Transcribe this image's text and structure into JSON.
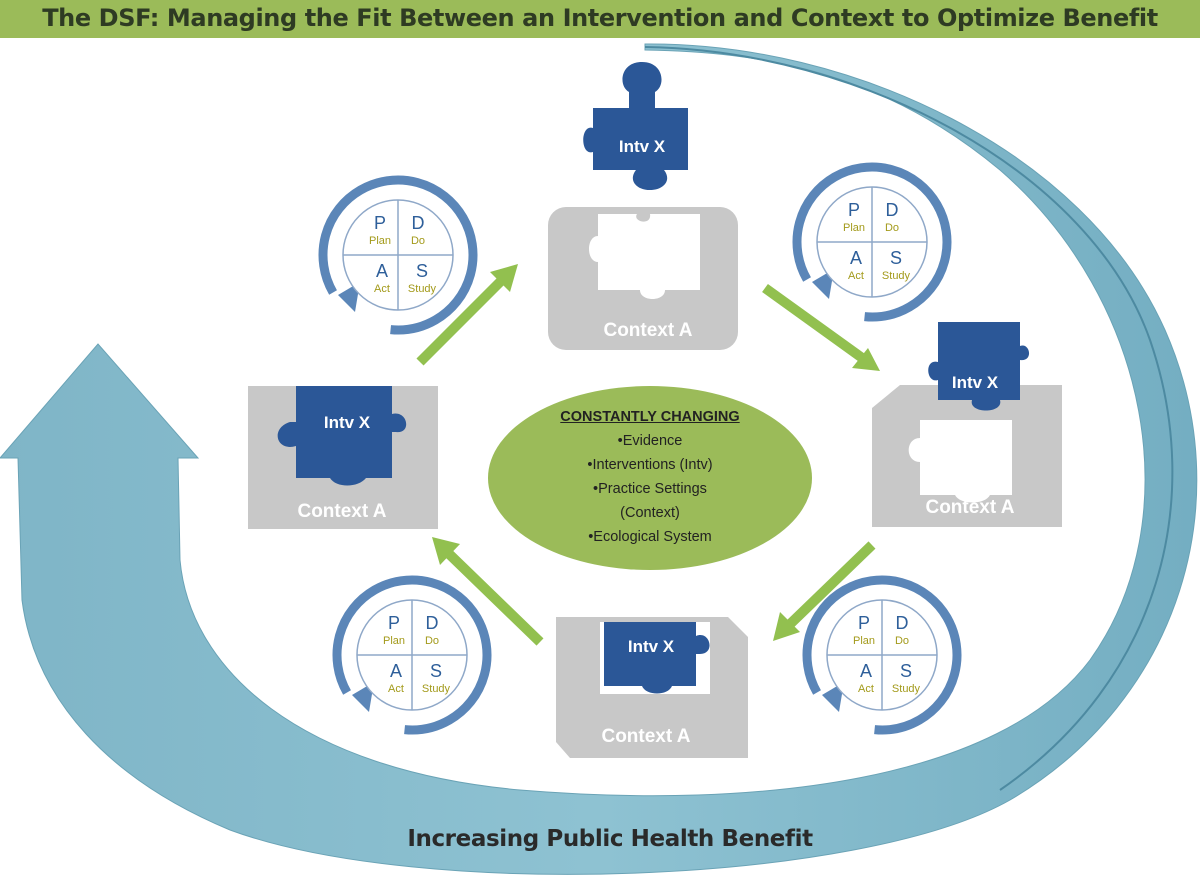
{
  "title": "The DSF: Managing the Fit Between an Intervention and Context to Optimize Benefit",
  "colors": {
    "title_bar": "#9bbb59",
    "big_arrow": "#7fb5c7",
    "puzzle_blue": "#2b5797",
    "context_gray": "#c8c8c8",
    "flow_arrow": "#92c04f",
    "center_ellipse": "#9bbb59",
    "pdsa_letters": "#2e5f9a",
    "pdsa_words": "#a39a1a"
  },
  "context_label": "Context A",
  "intervention_label": "Intv X",
  "pdsa": {
    "letters": [
      "P",
      "D",
      "A",
      "S"
    ],
    "words": [
      "Plan",
      "Do",
      "Act",
      "Study"
    ]
  },
  "center": {
    "title": "CONSTANTLY CHANGING",
    "items": [
      "•Evidence",
      "•Interventions (Intv)",
      "•Practice Settings",
      "(Context)",
      "•Ecological System"
    ]
  },
  "benefit_label": "Increasing Public Health Benefit"
}
